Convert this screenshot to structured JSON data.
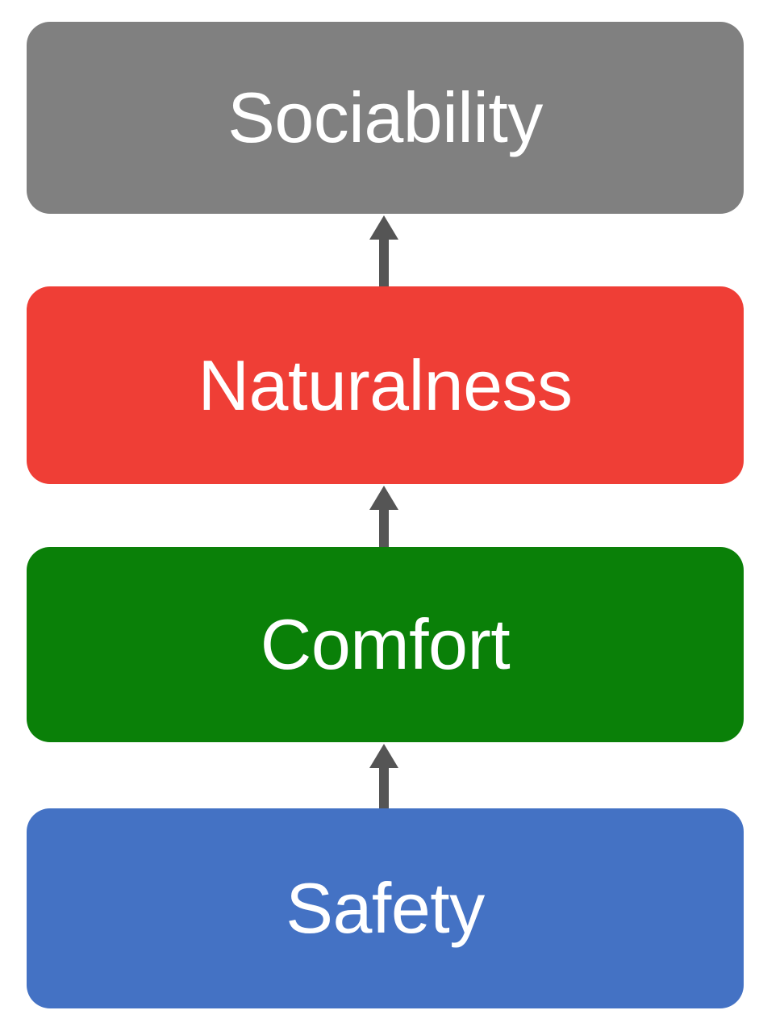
{
  "diagram": {
    "type": "vertical-hierarchy-flow",
    "background_color": "#ffffff",
    "direction": "bottom-to-top",
    "arrow_color": "#555555",
    "label_color": "#ffffff",
    "nodes": [
      {
        "id": "sociability",
        "label": "Sociability",
        "color": "#808080",
        "level": 4,
        "icon": "rounded-rectangle-node"
      },
      {
        "id": "naturalness",
        "label": "Naturalness",
        "color": "#ef3e36",
        "level": 3,
        "icon": "rounded-rectangle-node"
      },
      {
        "id": "comfort",
        "label": "Comfort",
        "color": "#0a8008",
        "level": 2,
        "icon": "rounded-rectangle-node"
      },
      {
        "id": "safety",
        "label": "Safety",
        "color": "#4472c4",
        "level": 1,
        "icon": "rounded-rectangle-node"
      }
    ],
    "edges": [
      {
        "id": "safety-to-comfort",
        "from": "safety",
        "to": "comfort",
        "icon": "arrow-up-icon"
      },
      {
        "id": "comfort-to-naturalness",
        "from": "comfort",
        "to": "naturalness",
        "icon": "arrow-up-icon"
      },
      {
        "id": "naturalness-to-sociability",
        "from": "naturalness",
        "to": "sociability",
        "icon": "arrow-up-icon"
      }
    ]
  }
}
